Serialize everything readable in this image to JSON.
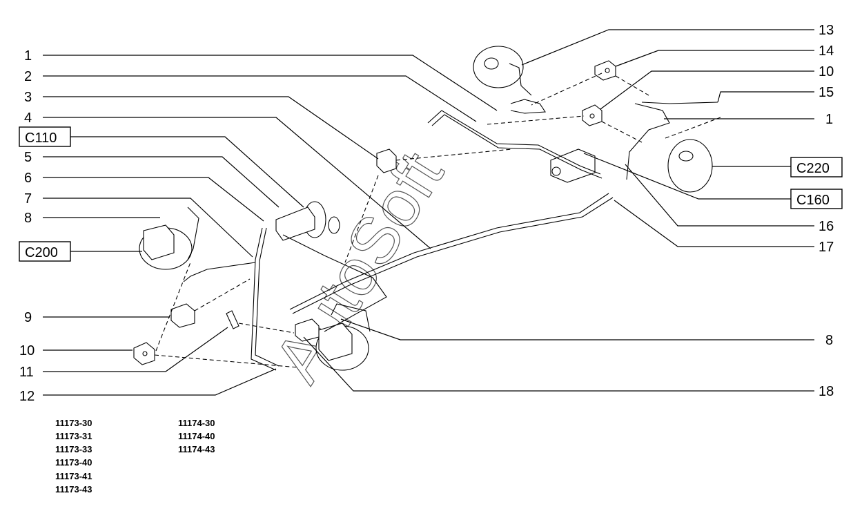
{
  "watermark": "AutoSoft",
  "callouts": {
    "l1": "1",
    "l2": "2",
    "l3": "3",
    "l4": "4",
    "lc110": "C110",
    "l5": "5",
    "l6": "6",
    "l7": "7",
    "l8": "8",
    "lc200": "C200",
    "l9": "9",
    "l10": "10",
    "l11": "11",
    "l12": "12",
    "r13": "13",
    "r14": "14",
    "r10": "10",
    "r15": "15",
    "r1": "1",
    "rc220": "C220",
    "rc160": "C160",
    "r16": "16",
    "r17": "17",
    "r8": "8",
    "r18": "18"
  },
  "model_codes": {
    "left": [
      "11173-30",
      "11173-31",
      "11173-33",
      "11173-40",
      "11173-41",
      "11173-43"
    ],
    "right": [
      "11174-30",
      "11174-40",
      "11174-43"
    ]
  }
}
